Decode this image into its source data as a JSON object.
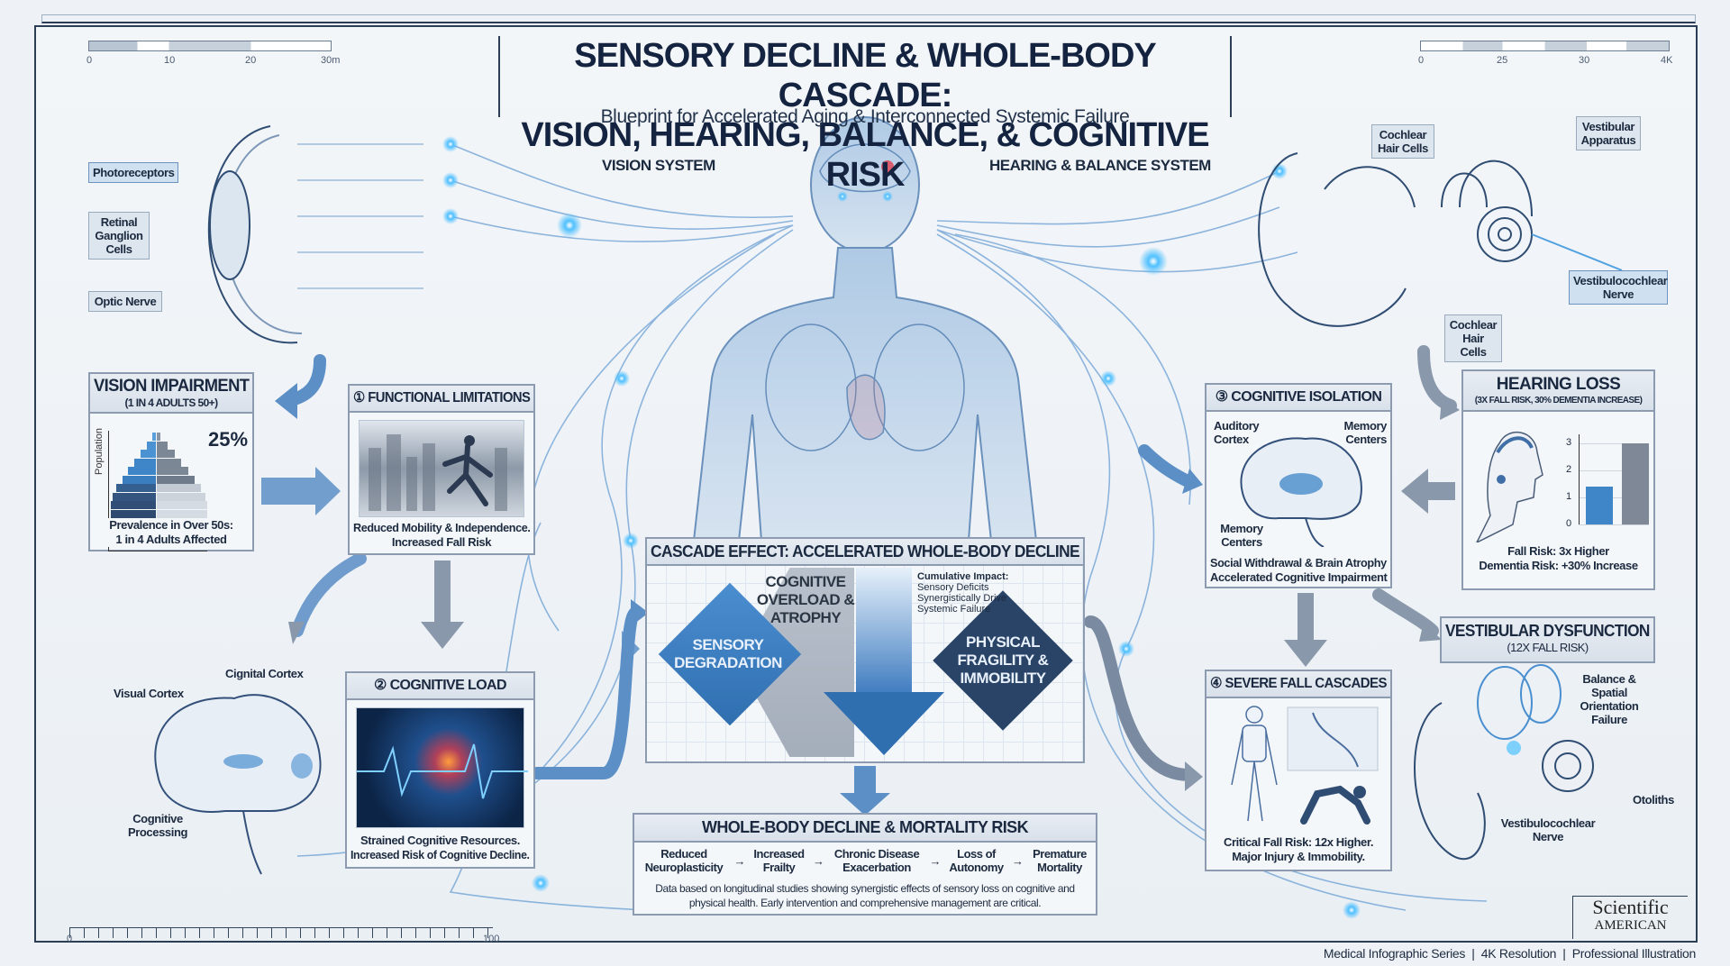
{
  "title": {
    "line1": "SENSORY DECLINE & WHOLE-BODY CASCADE:",
    "line2": "VISION, HEARING, BALANCE, & COGNITIVE RISK",
    "subtitle": "Blueprint for Accelerated Aging & Interconnected Systemic Failure"
  },
  "rulers": {
    "top_left": [
      "0",
      "10",
      "20",
      "30m"
    ],
    "top_right": [
      "0",
      "25",
      "30",
      "4K"
    ],
    "bottom": [
      "0",
      "100"
    ]
  },
  "systems": {
    "vision": "VISION SYSTEM",
    "hearing": "HEARING & BALANCE SYSTEM"
  },
  "eye_labels": {
    "photoreceptors": "Photoreceptors",
    "ganglion": "Retinal Ganglion Cells",
    "optic": "Optic Nerve"
  },
  "ear_labels": {
    "cochlear_top": "Cochlear Hair Cells",
    "vestibular": "Vestibular Apparatus",
    "nerve": "Vestibulocochlear Nerve",
    "cochlear_bottom": "Cochlear Hair Cells"
  },
  "vision_impairment": {
    "title": "VISION IMPAIRMENT",
    "subtitle": "(1 IN 4 ADULTS 50+)",
    "stat": "25%",
    "axis": "Population",
    "caption1": "Prevalence in Over 50s:",
    "caption2": "1 in 4 Adults Affected",
    "pyramid_left": [
      0.08,
      0.2,
      0.33,
      0.46,
      0.59,
      0.72,
      0.85,
      0.92,
      0.96,
      0.96
    ],
    "pyramid_right": [
      0.08,
      0.22,
      0.35,
      0.48,
      0.62,
      0.75,
      0.88,
      0.96,
      1.0,
      1.0
    ]
  },
  "functional": {
    "title": "① FUNCTIONAL LIMITATIONS",
    "caption1": "Reduced Mobility & Independence.",
    "caption2": "Increased Fall Risk"
  },
  "cognitive_load": {
    "title": "② COGNITIVE LOAD",
    "caption1": "Strained Cognitive Resources.",
    "caption2": "Increased Risk of Cognitive Decline."
  },
  "brain_left": {
    "visual": "Visual Cortex",
    "cignital": "Cignital Cortex",
    "processing": "Cognitive Processing"
  },
  "cascade": {
    "title": "CASCADE EFFECT: ACCELERATED WHOLE-BODY DECLINE",
    "sensory": "SENSORY DEGRADATION",
    "cognitive": "COGNITIVE OVERLOAD & ATROPHY",
    "physical": "PHYSICAL FRAGILITY & IMMOBILITY",
    "impact_title": "Cumulative Impact:",
    "impact_body": "Sensory Deficits Synergistically Drive Systemic Failure"
  },
  "whole_body": {
    "title": "WHOLE-BODY DECLINE & MORTALITY RISK",
    "steps": [
      "Reduced Neuroplasticity",
      "Increased Frailty",
      "Chronic Disease Exacerbation",
      "Loss of Autonomy",
      "Premature Mortality"
    ],
    "note": "Data based on longitudinal studies showing synergistic effects of sensory loss on cognitive and physical health. Early intervention and comprehensive management are critical."
  },
  "cognitive_isolation": {
    "title": "③ COGNITIVE ISOLATION",
    "auditory": "Auditory Cortex",
    "memory_top": "Memory Centers",
    "memory_bottom": "Memory Centers",
    "caption1": "Social Withdrawal & Brain Atrophy",
    "caption2": "Accelerated Cognitive Impairment"
  },
  "hearing_loss": {
    "title": "HEARING LOSS",
    "subtitle": "(3X FALL RISK, 30% DEMENTIA INCREASE)",
    "yticks": [
      "0",
      "1",
      "2",
      "3"
    ],
    "bars": [
      1.4,
      3.0
    ],
    "caption1": "Fall Risk: 3x Higher",
    "caption2": "Dementia Risk: +30% Increase"
  },
  "vestibular": {
    "title": "VESTIBULAR DYSFUNCTION",
    "subtitle": "(12X FALL RISK)",
    "balance": "Balance & Spatial Orientation Failure",
    "otoliths": "Otoliths",
    "nerve": "Vestibulocochlear Nerve"
  },
  "fall": {
    "title": "④ SEVERE FALL CASCADES",
    "caption1": "Critical Fall Risk: 12x Higher.",
    "caption2": "Major Injury & Immobility."
  },
  "brand": {
    "line1": "Scientific",
    "line2": "AMERICAN"
  },
  "footer": "Medical Infographic Series  |  4K Resolution  |  Professional Illustration",
  "colors": {
    "navy": "#1c2a3f",
    "blue": "#3f86c8",
    "steel": "#8c9bb0",
    "dark_diamond": "#2a4468"
  }
}
